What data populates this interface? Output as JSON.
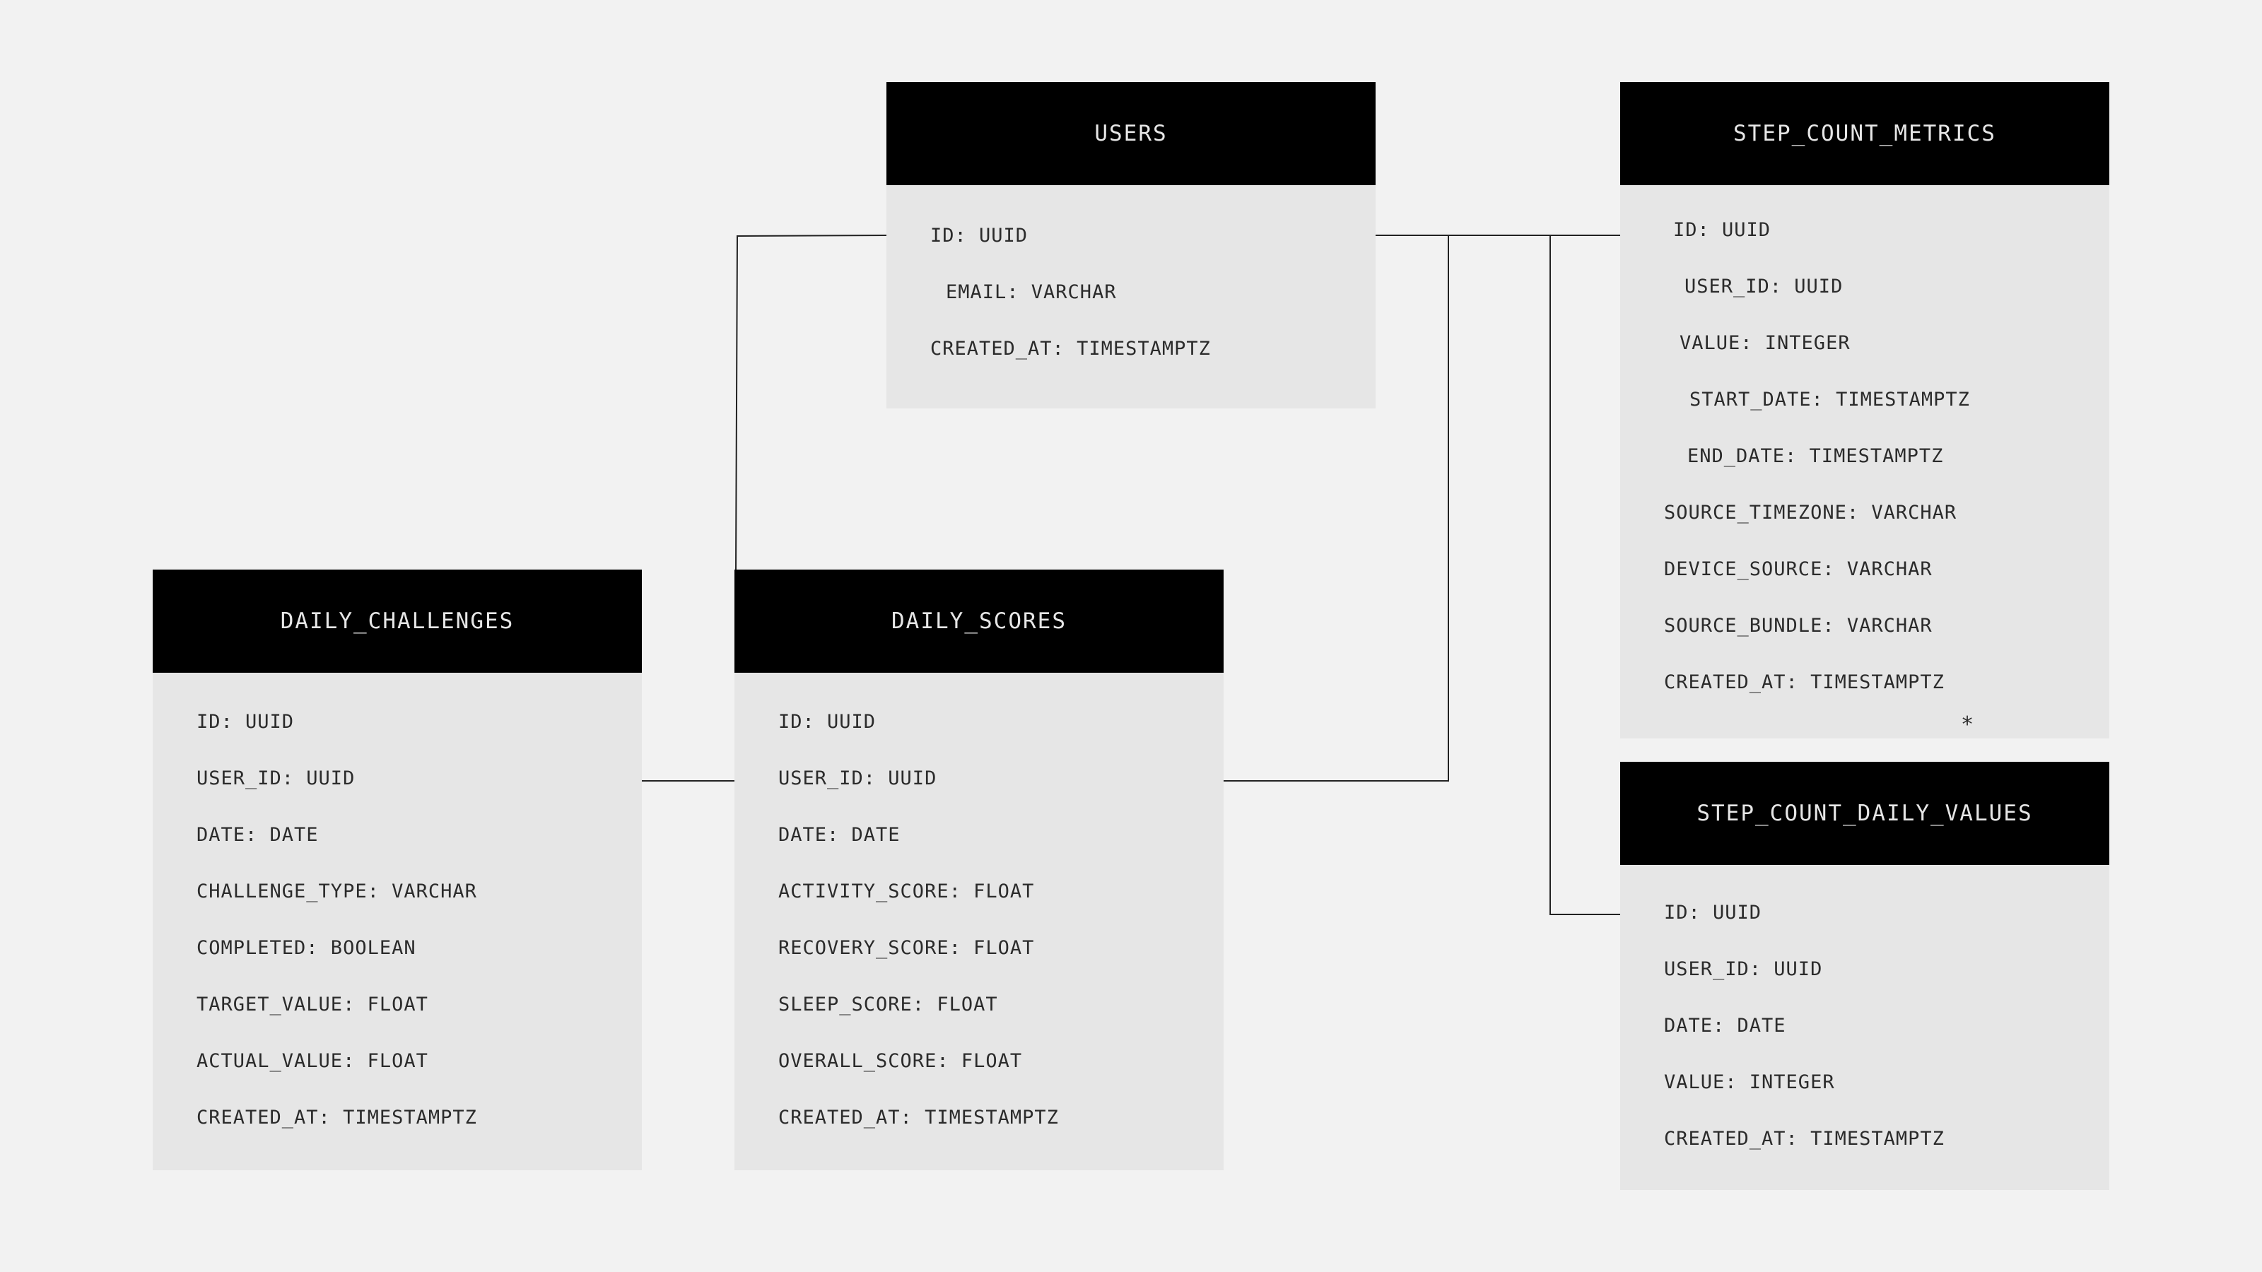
{
  "entities": {
    "users": {
      "name": "USERS",
      "fields": [
        "ID: UUID",
        "EMAIL: VARCHAR",
        "CREATED_AT: TIMESTAMPTZ"
      ]
    },
    "step_count_metrics": {
      "name": "STEP_COUNT_METRICS",
      "fields": [
        "ID: UUID",
        "USER_ID: UUID",
        "VALUE: INTEGER",
        "START_DATE: TIMESTAMPTZ",
        "END_DATE: TIMESTAMPTZ",
        "SOURCE_TIMEZONE: VARCHAR",
        "DEVICE_SOURCE: VARCHAR",
        "SOURCE_BUNDLE: VARCHAR",
        "CREATED_AT: TIMESTAMPTZ"
      ]
    },
    "daily_challenges": {
      "name": "DAILY_CHALLENGES",
      "fields": [
        "ID: UUID",
        "USER_ID: UUID",
        "DATE: DATE",
        "CHALLENGE_TYPE: VARCHAR",
        "COMPLETED: BOOLEAN",
        "TARGET_VALUE: FLOAT",
        "ACTUAL_VALUE: FLOAT",
        "CREATED_AT: TIMESTAMPTZ"
      ]
    },
    "daily_scores": {
      "name": "DAILY_SCORES",
      "fields": [
        "ID: UUID",
        "USER_ID: UUID",
        "DATE: DATE",
        "ACTIVITY_SCORE: FLOAT",
        "RECOVERY_SCORE: FLOAT",
        "SLEEP_SCORE: FLOAT",
        "OVERALL_SCORE: FLOAT",
        "CREATED_AT: TIMESTAMPTZ"
      ]
    },
    "step_count_daily_values": {
      "name": "STEP_COUNT_DAILY_VALUES",
      "fields": [
        "ID: UUID",
        "USER_ID: UUID",
        "DATE: DATE",
        "VALUE: INTEGER",
        "CREATED_AT: TIMESTAMPTZ"
      ]
    }
  },
  "annotations": {
    "cardinality_mark": "*"
  },
  "colors": {
    "background": "#f2f2f2",
    "header": "#000000",
    "body": "#e6e6e6",
    "line": "#222222"
  }
}
